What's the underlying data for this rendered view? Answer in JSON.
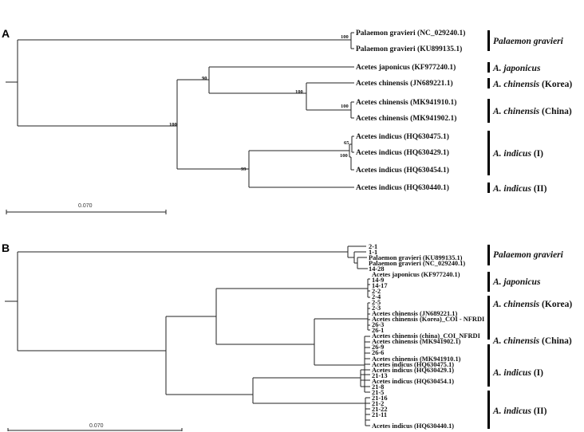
{
  "panels": [
    {
      "label": "A",
      "leaves": [
        "Palaemon gravieri (NC_029240.1)",
        "Palaemon gravieri (KU899135.1)",
        "Acetes japonicus (KF977240.1)",
        "Acetes chinensis (JN689221.1)",
        "Acetes chinensis (MK941910.1)",
        "Acetes chinensis (MK941902.1)",
        "Acetes indicus (HQ630475.1)",
        "Acetes indicus (HQ630429.1)",
        "Acetes indicus (HQ630454.1)",
        "Acetes indicus (HQ630440.1)"
      ],
      "bootstraps": [
        "100",
        "90",
        "100",
        "100",
        "100",
        "65",
        "100",
        "99"
      ],
      "clades": [
        {
          "italic": "Palaemon gravieri",
          "suffix": ""
        },
        {
          "italic": "A. japonicus",
          "suffix": ""
        },
        {
          "italic": "A. chinensis",
          "suffix": " (Korea)"
        },
        {
          "italic": "A. chinensis",
          "suffix": " (China)"
        },
        {
          "italic": "A. indicus",
          "suffix": " (I)"
        },
        {
          "italic": "A. indicus",
          "suffix": " (II)"
        }
      ],
      "scale": "0.070"
    },
    {
      "label": "B",
      "leaves": [
        "2-1",
        "1-1",
        "Palaemon gravieri (KU899135.1)",
        "Palaemon gravieri (NC_029240.1)",
        "14-28",
        "Acetes japonicus (KF977240.1)",
        "14-9",
        "14-17",
        "2-2",
        "2-4",
        "2-5",
        "2-3",
        "Acetes chinensis (JN689221.1)",
        "Acetes chinensis (Korea)_COI - NFRDI",
        "26-3",
        "26-1",
        "Acetes chinensis (china)_COI_NFRDI",
        "Acetes chinensis (MK941902.1)",
        "26-9",
        "26-6",
        "Acetes chinensis (MK941910.1)",
        "Acetes indicus (HQ630475.1)",
        "Acetes indicus (HQ630429.1)",
        "21-13",
        "Acetes indicus (HQ630454.1)",
        "21-8",
        "21-5",
        "21-16",
        "21-2",
        "21-22",
        "21-11",
        "Acetes indicus (HQ630440.1)"
      ],
      "clades": [
        {
          "italic": "Palaemon gravieri",
          "suffix": ""
        },
        {
          "italic": "A. japonicus",
          "suffix": ""
        },
        {
          "italic": "A. chinensis",
          "suffix": " (Korea)"
        },
        {
          "italic": "A. chinensis",
          "suffix": " (China)"
        },
        {
          "italic": "A. indicus",
          "suffix": " (I)"
        },
        {
          "italic": "A. indicus",
          "suffix": " (II)"
        }
      ],
      "scale": "0.070"
    }
  ]
}
